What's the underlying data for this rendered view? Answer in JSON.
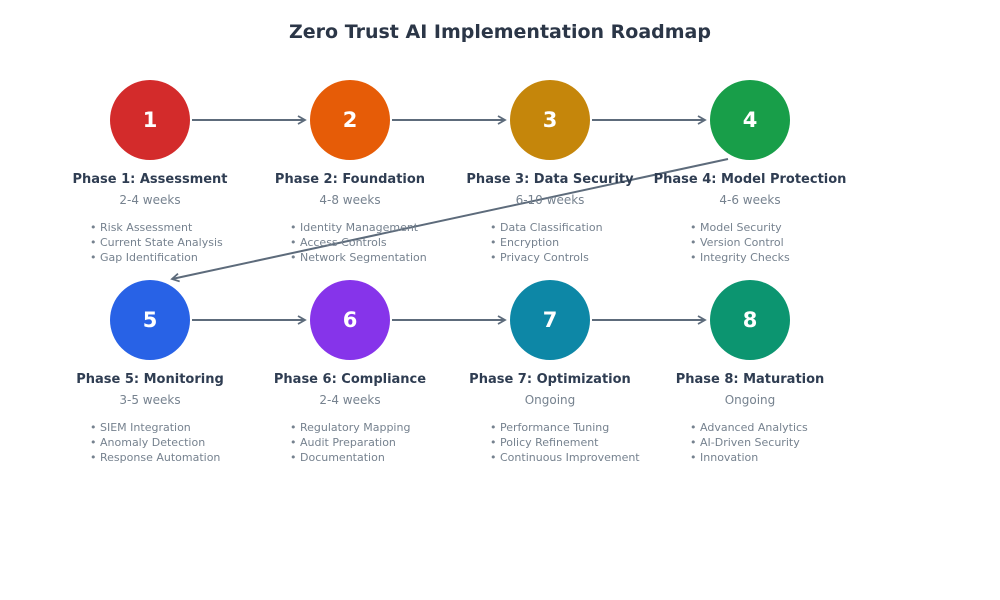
{
  "title": "Zero Trust AI Implementation Roadmap",
  "phases": [
    {
      "number": "1",
      "name": "Phase 1: Assessment",
      "duration": "2-4 weeks",
      "color": "#d32b2b",
      "items": [
        "Risk Assessment",
        "Current State Analysis",
        "Gap Identification"
      ]
    },
    {
      "number": "2",
      "name": "Phase 2: Foundation",
      "duration": "4-8 weeks",
      "color": "#e65c07",
      "items": [
        "Identity Management",
        "Access Controls",
        "Network Segmentation"
      ]
    },
    {
      "number": "3",
      "name": "Phase 3: Data Security",
      "duration": "6-10 weeks",
      "color": "#c5860b",
      "items": [
        "Data Classification",
        "Encryption",
        "Privacy Controls"
      ]
    },
    {
      "number": "4",
      "name": "Phase 4: Model Protection",
      "duration": "4-6 weeks",
      "color": "#189e49",
      "items": [
        "Model Security",
        "Version Control",
        "Integrity Checks"
      ]
    },
    {
      "number": "5",
      "name": "Phase 5: Monitoring",
      "duration": "3-5 weeks",
      "color": "#2862e6",
      "items": [
        "SIEM Integration",
        "Anomaly Detection",
        "Response Automation"
      ]
    },
    {
      "number": "6",
      "name": "Phase 6: Compliance",
      "duration": "2-4 weeks",
      "color": "#8634ea",
      "items": [
        "Regulatory Mapping",
        "Audit Preparation",
        "Documentation"
      ]
    },
    {
      "number": "7",
      "name": "Phase 7: Optimization",
      "duration": "Ongoing",
      "color": "#0d87a6",
      "items": [
        "Performance Tuning",
        "Policy Refinement",
        "Continuous Improvement"
      ]
    },
    {
      "number": "8",
      "name": "Phase 8: Maturation",
      "duration": "Ongoing",
      "color": "#0c9570",
      "items": [
        "Advanced Analytics",
        "AI-Driven Security",
        "Innovation"
      ]
    }
  ],
  "style": {
    "arrow_color": "#5d6b7b",
    "title_color": "#2b3647",
    "muted_text_color": "#76828f"
  }
}
